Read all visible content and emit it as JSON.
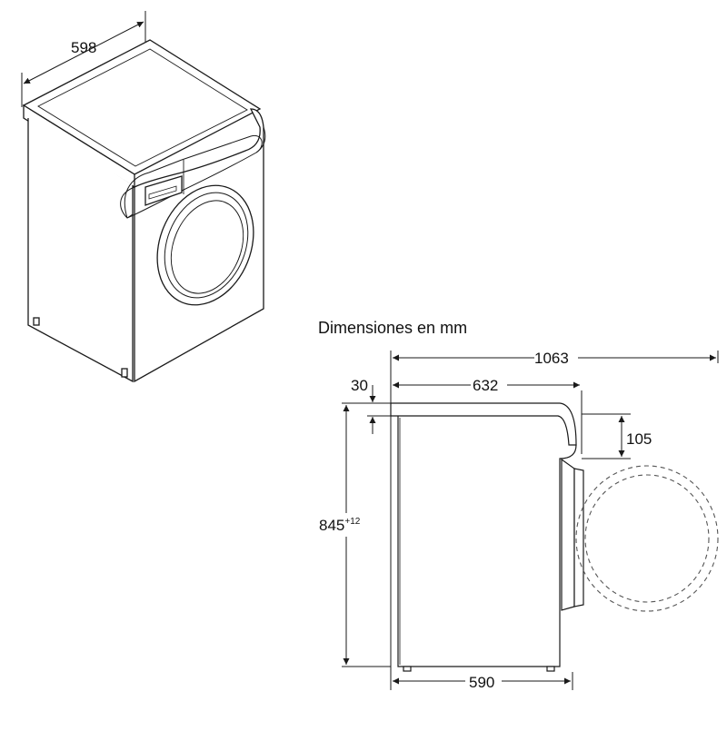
{
  "title": "Dimensiones en mm",
  "isometric": {
    "width_label": "598"
  },
  "side": {
    "total_depth": "1063",
    "top_depth": "632",
    "lid_height": "30",
    "door_offset": "105",
    "height": "845",
    "height_tolerance": "+12",
    "body_depth": "590"
  },
  "colors": {
    "line": "#1a1a1a",
    "dashed": "#555555",
    "panel": "#e0e0e0"
  }
}
